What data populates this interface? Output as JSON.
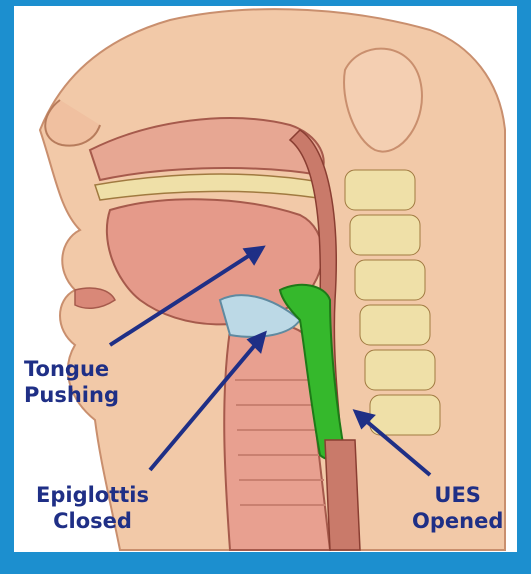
{
  "labels": {
    "tongue": {
      "line1": "Tongue",
      "line2": "Pushing"
    },
    "epiglottis": {
      "line1": "Epiglottis",
      "line2": "Closed"
    },
    "ues": {
      "line1": "UES",
      "line2": "Opened"
    }
  },
  "colors": {
    "frame": "#1c8fcf",
    "label_text": "#1f2f86",
    "arrow": "#1f2f86",
    "skin": "#f2c9a8",
    "tissue": "#e59a8a",
    "bone": "#efe0a8",
    "highlight": "#35b82c"
  }
}
